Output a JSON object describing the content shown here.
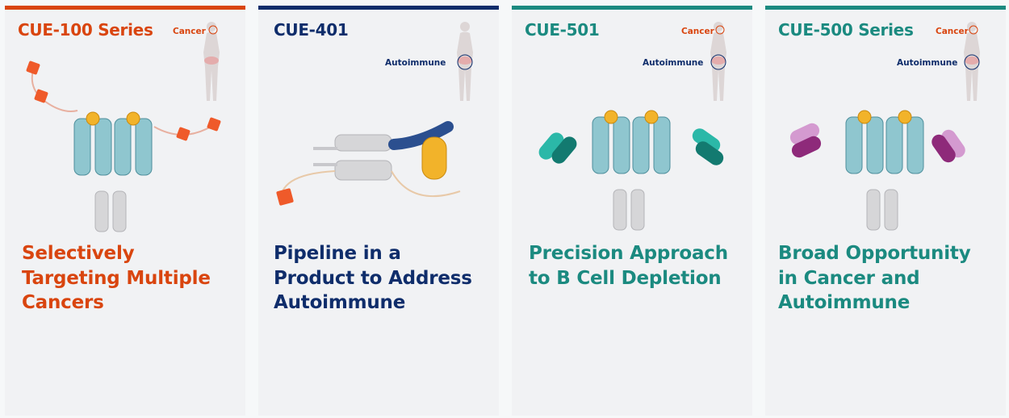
{
  "colors": {
    "orange": "#d9450f",
    "navy": "#0f2d6b",
    "teal": "#1b8a80"
  },
  "cards": [
    {
      "title": "CUE-100 Series",
      "labels": {
        "cancer": "Cancer"
      },
      "headline": [
        "Selectively",
        "Targeting Multiple",
        "Cancers"
      ]
    },
    {
      "title": "CUE-401",
      "labels": {
        "autoimmune": "Autoimmune"
      },
      "headline": [
        "Pipeline in a",
        "Product to Address",
        "Autoimmune"
      ]
    },
    {
      "title": "CUE-501",
      "labels": {
        "cancer": "Cancer",
        "autoimmune": "Autoimmune"
      },
      "headline": [
        "Precision Approach",
        "to B Cell Depletion"
      ]
    },
    {
      "title": "CUE-500 Series",
      "labels": {
        "cancer": "Cancer",
        "autoimmune": "Autoimmune"
      },
      "headline": [
        "Broad Opportunity",
        "in Cancer and",
        "Autoimmune"
      ]
    }
  ]
}
